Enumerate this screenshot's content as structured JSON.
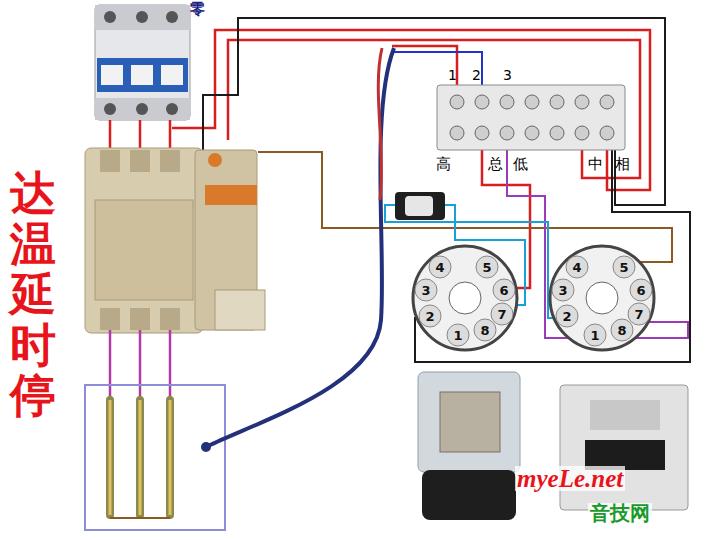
{
  "diagram": {
    "title": "达温延时停",
    "labels": [
      "零",
      "1",
      "2",
      "3",
      "高",
      "总",
      "低",
      "中",
      "相",
      "4",
      "5",
      "3",
      "6",
      "2",
      "7",
      "1",
      "8",
      "4",
      "5",
      "3",
      "6",
      "2",
      "7",
      "1",
      "8",
      "myeLe.net",
      "音技网"
    ]
  }
}
